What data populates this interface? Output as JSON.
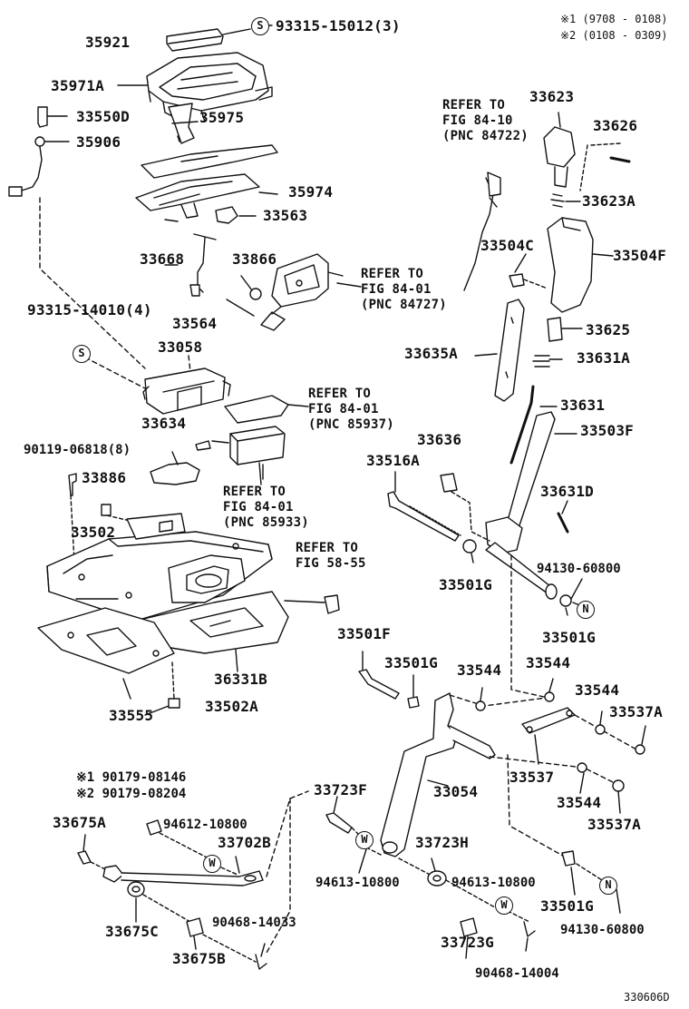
{
  "notes": {
    "n1": "※1 (9708 - 0108)",
    "n2": "※2 (0108 - 0309)",
    "n3": "※1 90179-08146",
    "n4": "※2 90179-08204"
  },
  "symbols": {
    "s": "S",
    "w": "W",
    "n": "N"
  },
  "parts": {
    "p35921": "35921",
    "p93315_15012": "93315-15012(3)",
    "p35971A": "35971A",
    "p33550D": "33550D",
    "p35975": "35975",
    "p35906": "35906",
    "p35974": "35974",
    "p33563": "33563",
    "p33668": "33668",
    "p33866": "33866",
    "p93315_14010": "93315-14010(4)",
    "p33564": "33564",
    "p33058": "33058",
    "p33634": "33634",
    "p90119_06818": "90119-06818(8)",
    "p33886": "33886",
    "p33502": "33502",
    "p36331B": "36331B",
    "p33555": "33555",
    "p33502A": "33502A",
    "p33623": "33623",
    "p33626": "33626",
    "p33623A": "33623A",
    "p33504C": "33504C",
    "p33504F": "33504F",
    "p33625": "33625",
    "p33635A": "33635A",
    "p33631A": "33631A",
    "p33631": "33631",
    "p33503F": "33503F",
    "p33636": "33636",
    "p33516A": "33516A",
    "p33631D": "33631D",
    "p94130_60800a": "94130-60800",
    "p33501G_a": "33501G",
    "p33501G_b": "33501G",
    "p33501F": "33501F",
    "p33501G_c": "33501G",
    "p33544_a": "33544",
    "p33544_b": "33544",
    "p33544_c": "33544",
    "p33537A_a": "33537A",
    "p33537": "33537",
    "p33544_d": "33544",
    "p33537A_b": "33537A",
    "p33723F": "33723F",
    "p33054": "33054",
    "p33675A": "33675A",
    "p94612_10800": "94612-10800",
    "p33702B": "33702B",
    "p33723H": "33723H",
    "p94613_10800a": "94613-10800",
    "p94613_10800b": "94613-10800",
    "p33501G_d": "33501G",
    "p94130_60800b": "94130-60800",
    "p33675C": "33675C",
    "p90468_14033": "90468-14033",
    "p33723G": "33723G",
    "p33675B": "33675B",
    "p90468_14004": "90468-14004"
  },
  "refs": {
    "r1": "REFER TO\nFIG 84-10\n(PNC 84722)",
    "r2": "REFER TO\nFIG 84-01\n(PNC 84727)",
    "r3": "REFER TO\nFIG 84-01\n(PNC 85937)",
    "r4": "REFER TO\nFIG 84-01\n(PNC 85933)",
    "r5": "REFER TO\nFIG 58-55"
  },
  "diagram_id": "330606D"
}
